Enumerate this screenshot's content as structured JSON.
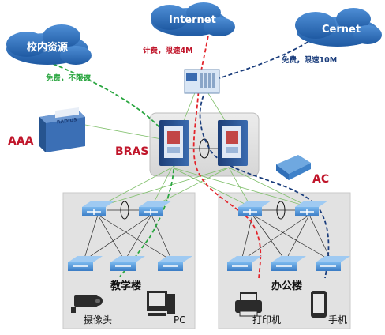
{
  "clouds": {
    "internet": "Internet",
    "cernet": "Cernet",
    "campus": "校内资源"
  },
  "labels": {
    "internet_policy": "计费，限速4M",
    "cernet_policy": "免费，限速10M",
    "campus_policy": "免费，不限速",
    "aaa": "AAA",
    "bras": "BRAS",
    "ac": "AC",
    "aaa_box_text": "RADIUS"
  },
  "buildings": {
    "teaching": {
      "name": "教学楼",
      "devices": [
        "摄像头",
        "PC"
      ]
    },
    "office": {
      "name": "办公楼",
      "devices": [
        "打印机",
        "手机"
      ]
    }
  },
  "colors": {
    "cloud": "#2f6fb8",
    "internet_flow": "#e3242b",
    "cernet_flow": "#1a3d7c",
    "campus_flow": "#2aa640",
    "label_red": "#c0152a",
    "cernet_label": "#1a3d7c",
    "campus_label": "#2aa640",
    "switch": "#4a90d6",
    "panel": "#e6e6e6"
  }
}
